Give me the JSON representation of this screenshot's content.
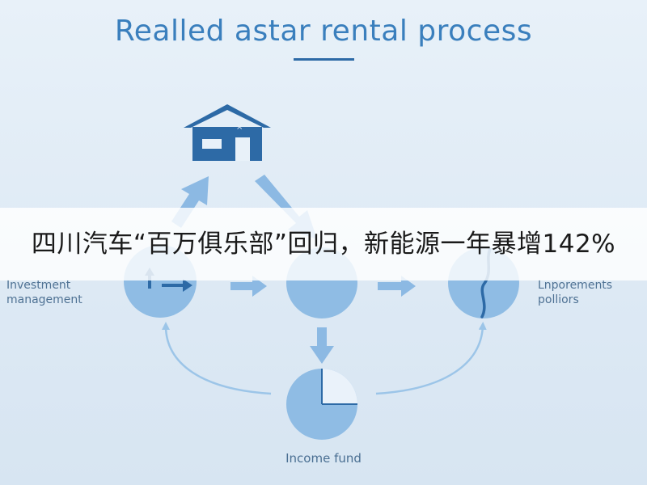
{
  "title": "Realled astar rental process",
  "banner": "四川汽车“百万俱乐部”回归，新能源一年暴增142%",
  "labels": {
    "left_line1": "Investment",
    "left_line2": "management",
    "right_line1": "Lnporements",
    "right_line2": "polliors",
    "bottom": "Income fund"
  },
  "icons": {
    "house": "house-icon",
    "investment": "chart-arrow-icon",
    "exit": "wavy-line-icon",
    "income": "pie-chart-icon"
  },
  "colors": {
    "title": "#3a7fbd",
    "house": "#2d6aa6",
    "circle": "#8fbce4",
    "arrow": "#8cb9e3",
    "curve": "#9cc5e8"
  }
}
